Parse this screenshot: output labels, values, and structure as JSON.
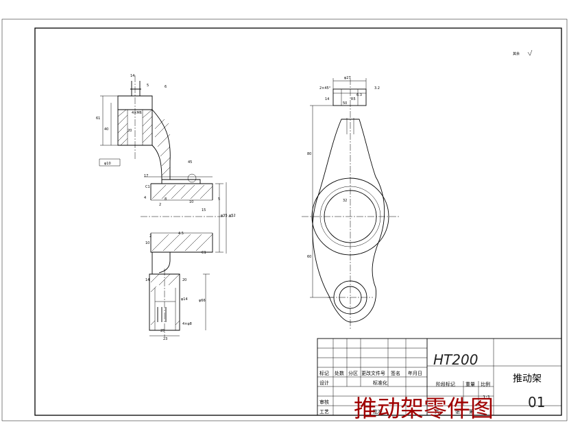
{
  "drawing": {
    "roughness_note": "其余",
    "section_dims": [
      "14",
      "5",
      "6",
      "61",
      "40",
      "20",
      "4×M6",
      "45",
      "17",
      "2",
      "8",
      "15",
      "10",
      "4",
      "5",
      "C1",
      "10",
      "2",
      "25",
      "4.5",
      "φ10",
      "φ14",
      "φ35",
      "φ52",
      "φ66",
      "14",
      "20",
      "23",
      "4×φ8",
      "C1"
    ],
    "front_dims": [
      "φ27",
      "2×45°",
      "14",
      "R5",
      "50",
      "6.3",
      "80",
      "60",
      "32",
      "3.2"
    ]
  },
  "title_block": {
    "material": "HT200",
    "part_name": "推动架",
    "drawing_no": "01",
    "scale_value": "1:1",
    "labels": {
      "mark": "标记",
      "count": "处数",
      "zone": "分区",
      "change_doc": "更改文件号",
      "sign": "签名",
      "date": "年月日",
      "design": "设计",
      "standardize": "标准化",
      "stage_mark": "阶段标记",
      "weight": "重量",
      "scale": "比例",
      "audit": "审核",
      "process": "工艺",
      "approve": "批准",
      "total": "共",
      "sheet": "张",
      "no": "第"
    }
  },
  "caption": "推动架零件图"
}
